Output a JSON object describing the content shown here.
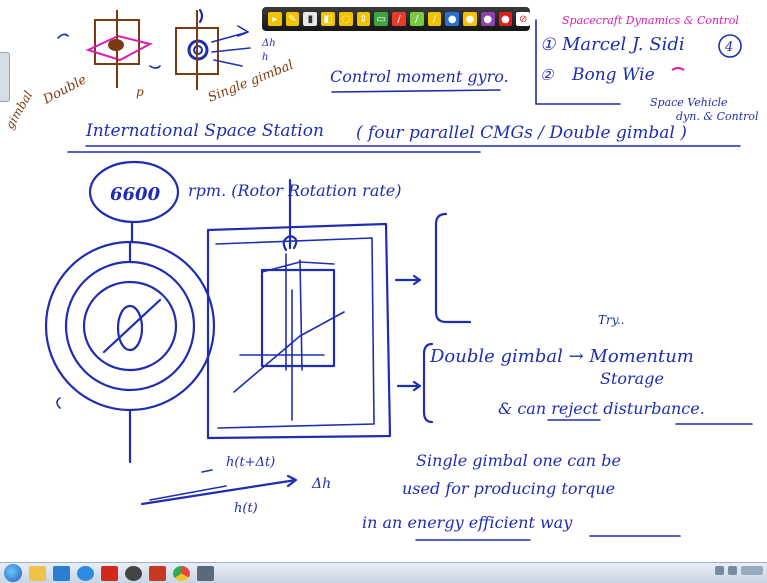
{
  "toolbar": {
    "tools": [
      {
        "name": "pointer-arrow-icon",
        "color": "#f2c200"
      },
      {
        "name": "pen-icon",
        "color": "#f2c200"
      },
      {
        "name": "highlighter-icon",
        "color": "#e8e8e8"
      },
      {
        "name": "eraser-icon",
        "color": "#f2c200"
      },
      {
        "name": "lasso-icon",
        "color": "#f2c200"
      },
      {
        "name": "insert-space-icon",
        "color": "#f2c200"
      },
      {
        "name": "shapes-icon",
        "color": "#3fa33f"
      },
      {
        "name": "pen-red-icon",
        "color": "#e83a2a"
      },
      {
        "name": "pen-green-icon",
        "color": "#7ac943"
      },
      {
        "name": "pen-blue-icon",
        "color": "#f2c200"
      },
      {
        "name": "color-blue-icon",
        "color": "#2b6fd6"
      },
      {
        "name": "color-yellow-icon",
        "color": "#f2c200"
      },
      {
        "name": "color-purple-icon",
        "color": "#8e44ad"
      },
      {
        "name": "color-red-icon",
        "color": "#e02020"
      },
      {
        "name": "close-icon",
        "color": "#e02020"
      }
    ]
  },
  "notes": {
    "brown_label_double": "Double",
    "brown_label_gimbal": "gimbal",
    "brown_label_p": "p",
    "brown_label_single_gimbal": "Single gimbal",
    "brown_label_dh": "Δh",
    "brown_label_h": "h",
    "control_moment_gyro": "Control moment gyro.",
    "ref1_num": "①",
    "ref1_text": "Marcel J. Sidi",
    "ref2_num": "②",
    "ref2_text": "Bong Wie",
    "ref_count": "4",
    "magenta_title": "Spacecraft Dynamics & Control",
    "space_vehicle_line1": "Space Vehicle",
    "space_vehicle_line2": "dyn. & Control",
    "iss_line": "International Space Station",
    "iss_paren": "( four parallel CMGs / Double gimbal )",
    "rpm_value": "6600",
    "rpm_text": "rpm. (Rotor Rotation rate)",
    "try_label": "Try..",
    "double_gimbal_line": "Double gimbal → Momentum",
    "storage_line": "Storage",
    "reject_line": "& can reject disturbance.",
    "single_gimbal_line1": "Single gimbal one can be",
    "single_gimbal_line2": "used for producing torque",
    "single_gimbal_line3": "in an energy efficient way",
    "h_t_dt": "h(t+Δt)",
    "h_t": "h(t)",
    "delta_h": "Δh"
  },
  "taskbar": {
    "apps": [
      {
        "name": "explorer-icon",
        "color": "#f0c24a"
      },
      {
        "name": "media-player-icon",
        "color": "#2a7fd4"
      },
      {
        "name": "browser-ie-icon",
        "color": "#2f8be0"
      },
      {
        "name": "acrobat-icon",
        "color": "#d3271d"
      },
      {
        "name": "circle-app-icon",
        "color": "#444444"
      },
      {
        "name": "pdf-app-icon",
        "color": "#c8381f"
      },
      {
        "name": "chrome-icon",
        "color": "#e8453c"
      },
      {
        "name": "x-app-icon",
        "color": "#5a6a7a"
      }
    ]
  }
}
